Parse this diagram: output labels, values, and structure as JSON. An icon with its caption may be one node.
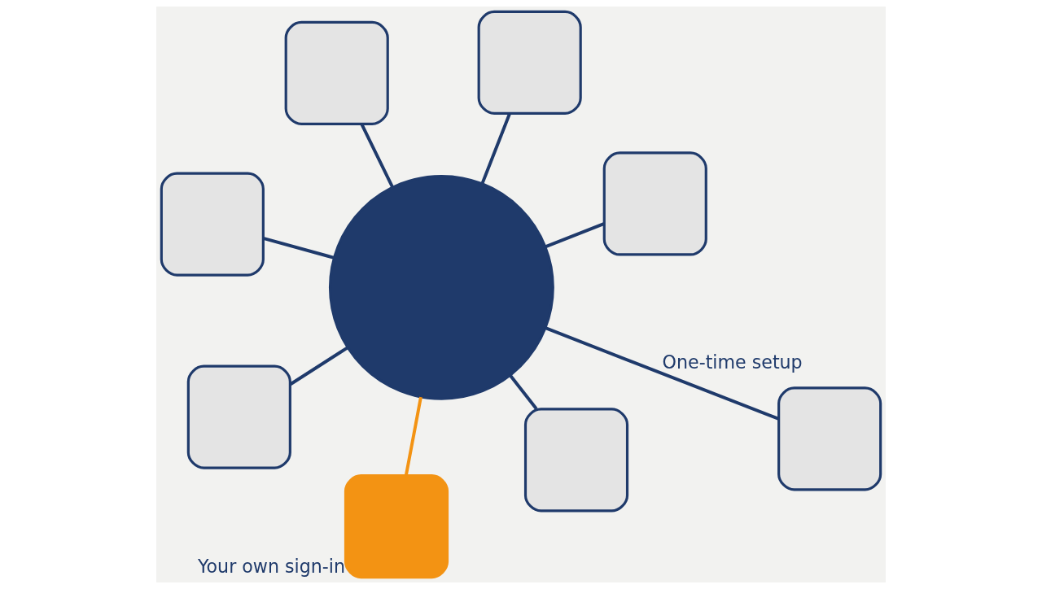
{
  "diagram": {
    "nodes": [
      {
        "text": [],
        "shape": "box"
      },
      {
        "text": [],
        "shape": "box"
      },
      {
        "text": [],
        "shape": "box",
        "beside": [
          "Your own sign-in"
        ]
      },
      {
        "text": [],
        "shape": "circle"
      },
      {
        "text": [],
        "shape": "box"
      },
      {
        "text": [],
        "shape": "box"
      },
      {
        "text": [],
        "shape": "box"
      },
      {
        "text": [],
        "shape": "box"
      },
      {
        "text": [],
        "shape": "box"
      }
    ],
    "edges": [
      {
        "from": 3,
        "to": 0,
        "arrow": "none"
      },
      {
        "from": 3,
        "to": 1,
        "arrow": "none"
      },
      {
        "from": 3,
        "to": 2,
        "arrow": "none",
        "color": "#f39313"
      },
      {
        "from": 3,
        "to": 4,
        "arrow": "none"
      },
      {
        "from": 3,
        "to": 5,
        "arrow": "none"
      },
      {
        "from": 3,
        "to": 6,
        "arrow": "none"
      },
      {
        "from": 3,
        "to": 7,
        "arrow": "none",
        "label": "One-time setup"
      },
      {
        "from": 3,
        "to": 8,
        "arrow": "none"
      }
    ]
  }
}
